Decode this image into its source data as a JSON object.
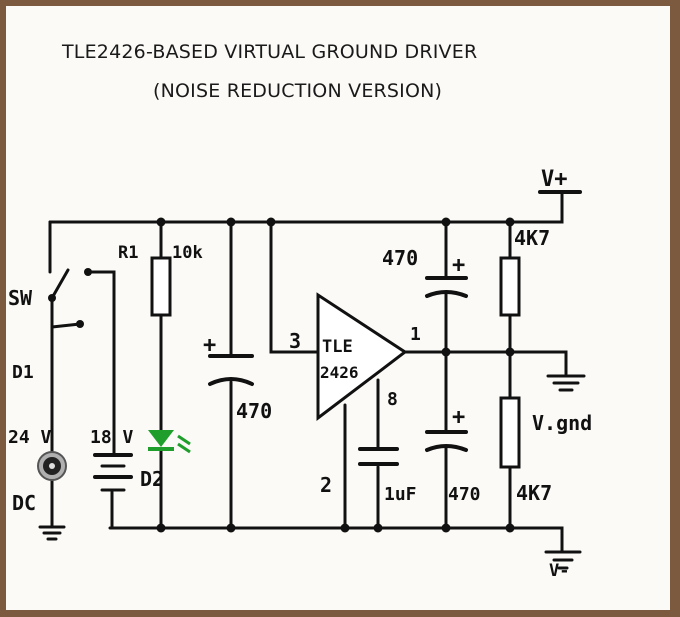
{
  "title": {
    "line1": "TLE2426-BASED VIRTUAL GROUND DRIVER",
    "line2": "(NOISE REDUCTION VERSION)"
  },
  "labels": {
    "vplus": "V+",
    "sw": "SW",
    "d1": "D1",
    "v24": "24 V",
    "dc": "DC",
    "v18": "18 V",
    "r1": "R1",
    "r1_value": "10k",
    "d2": "D2",
    "c1_value": "470",
    "pin3": "3",
    "ic_line1": "TLE",
    "ic_line2": "2426",
    "pin1": "1",
    "pin8": "8",
    "pin2": "2",
    "c_noise_value": "1uF",
    "c_top_value": "470",
    "c_bottom_value": "470",
    "r_top_value": "4K7",
    "r_bottom_value": "4K7",
    "vgnd": "V.gnd",
    "vminus": "V-"
  },
  "colors": {
    "ink": "#111111",
    "led": "#1f9e2c",
    "frame": "#7b5a3f",
    "paper": "#fbfaf7"
  }
}
